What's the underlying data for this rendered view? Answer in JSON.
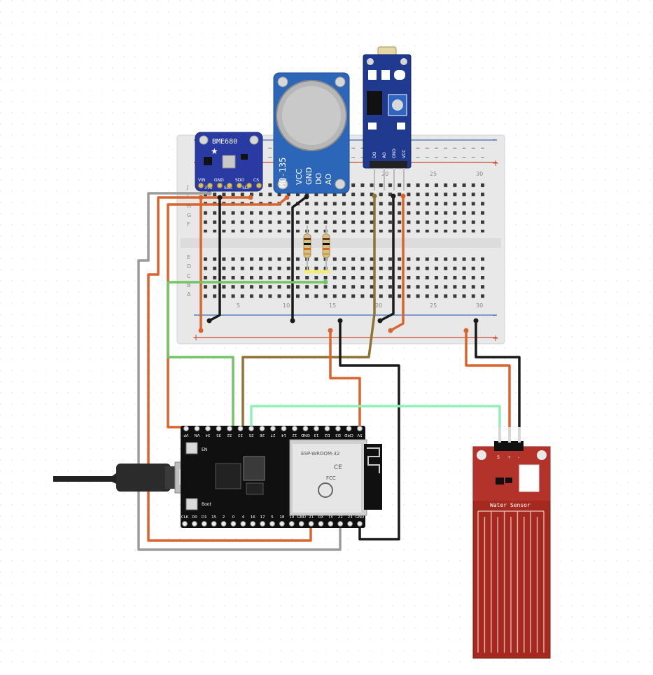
{
  "breadboard": {
    "row_letters_top": [
      "J",
      "I",
      "H",
      "G",
      "F"
    ],
    "row_letters_bottom": [
      "E",
      "D",
      "C",
      "B",
      "A"
    ],
    "column_numbers": [
      "5",
      "10",
      "15",
      "20",
      "25",
      "30"
    ],
    "rail_plus": "+",
    "rail_minus": "-"
  },
  "bme680": {
    "title": "BME680",
    "pin_labels": [
      "VIN",
      "GND",
      "SCK",
      "SDO",
      "CS"
    ],
    "pin_labels_lower": [
      "3Vo",
      "SDI"
    ]
  },
  "mq135": {
    "title": "MQ-135",
    "pin_labels": [
      "VCC",
      "GND",
      "DO",
      "AO"
    ]
  },
  "ldr_module": {
    "pin_labels": [
      "DO",
      "AO",
      "GND",
      "VCC"
    ]
  },
  "esp32": {
    "top_pins": [
      "VP",
      "VN",
      "34",
      "35",
      "32",
      "33",
      "25",
      "26",
      "27",
      "14",
      "12",
      "GND",
      "13",
      "D2",
      "D3",
      "CMD",
      "5V"
    ],
    "bottom_pins": [
      "CLK",
      "D0",
      "D1",
      "15",
      "2",
      "0",
      "4",
      "16",
      "17",
      "5",
      "18",
      "19",
      "GND",
      "21",
      "RX",
      "TX",
      "22",
      "23",
      "GND"
    ],
    "buttons": [
      "EN",
      "Boot"
    ],
    "module_logo": "ESP-WROOM-32",
    "cert_marks": [
      "CE",
      "FCC"
    ]
  },
  "water_sensor": {
    "label": "Water Sensor",
    "pin_labels": [
      "S",
      "+",
      "-"
    ]
  },
  "wire_colors": {
    "orange": "#d8652e",
    "black": "#1a1a1a",
    "gray": "#9b9b9b",
    "green": "#74c466",
    "olive": "#8f7234",
    "mint": "#8ff0b8"
  }
}
